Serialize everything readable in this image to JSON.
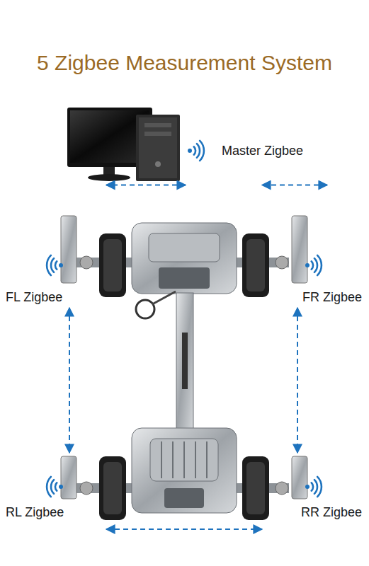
{
  "diagram": {
    "title": "5 Zigbee Measurement System",
    "nodes": [
      {
        "text": [
          "Master Zigbee"
        ]
      },
      {
        "text": [
          "FL Zigbee"
        ]
      },
      {
        "text": [
          "FR Zigbee"
        ]
      },
      {
        "text": [
          "RL Zigbee"
        ]
      },
      {
        "text": [
          "RR Zigbee"
        ]
      }
    ],
    "edges": [
      {
        "from": 0,
        "to": 1,
        "arrow": "both"
      },
      {
        "from": 0,
        "to": 2,
        "arrow": "both"
      },
      {
        "from": 1,
        "to": 3,
        "arrow": "both"
      },
      {
        "from": 2,
        "to": 4,
        "arrow": "both"
      },
      {
        "from": 3,
        "to": 4,
        "arrow": "both"
      }
    ]
  }
}
